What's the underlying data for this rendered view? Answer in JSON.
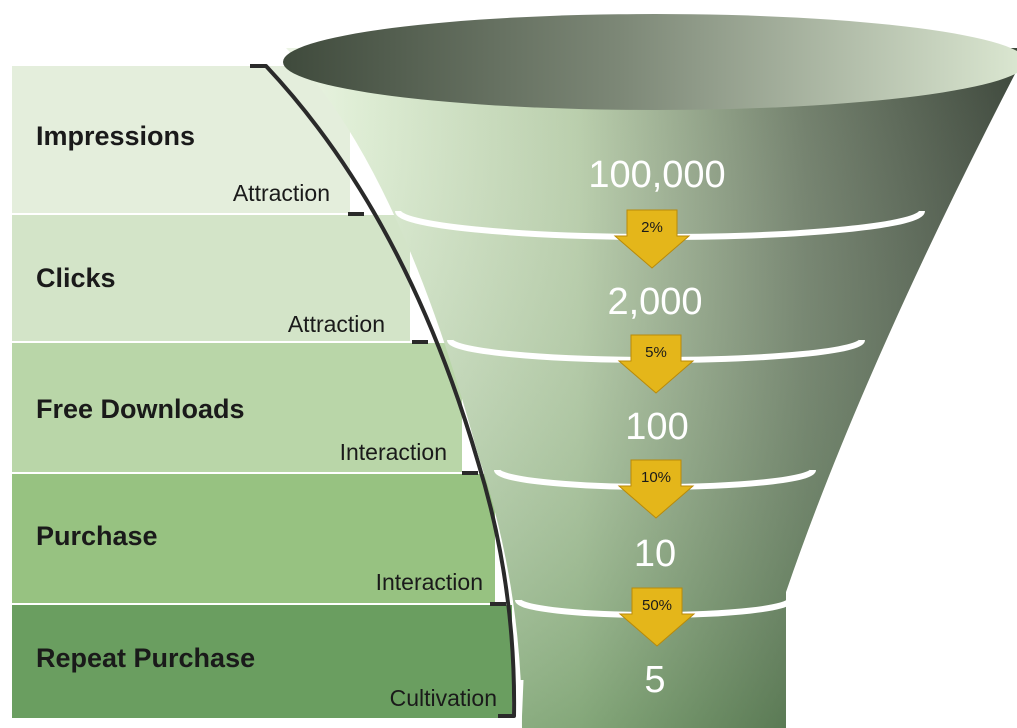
{
  "funnel": {
    "stages": [
      {
        "label": "Impressions",
        "sublabel": "Attraction",
        "count": "100,000",
        "color": "#e4eedc"
      },
      {
        "label": "Clicks",
        "sublabel": "Attraction",
        "count": "2,000",
        "color": "#d3e4c8"
      },
      {
        "label": "Free Downloads",
        "sublabel": "Interaction",
        "count": "100",
        "color": "#b9d6a8"
      },
      {
        "label": "Purchase",
        "sublabel": "Interaction",
        "count": "10",
        "color": "#97c281"
      },
      {
        "label": "Repeat Purchase",
        "sublabel": "Cultivation",
        "count": "5",
        "color": "#6a9e60"
      }
    ],
    "conversions": [
      "2%",
      "5%",
      "10%",
      "50%"
    ],
    "colors": {
      "arrow": "#e4b61a",
      "arrow_stroke": "#b88a0a",
      "bracket": "#2a2a2a",
      "funnel_light": "#dce8d2",
      "funnel_dark": "#3f4a3c"
    }
  }
}
